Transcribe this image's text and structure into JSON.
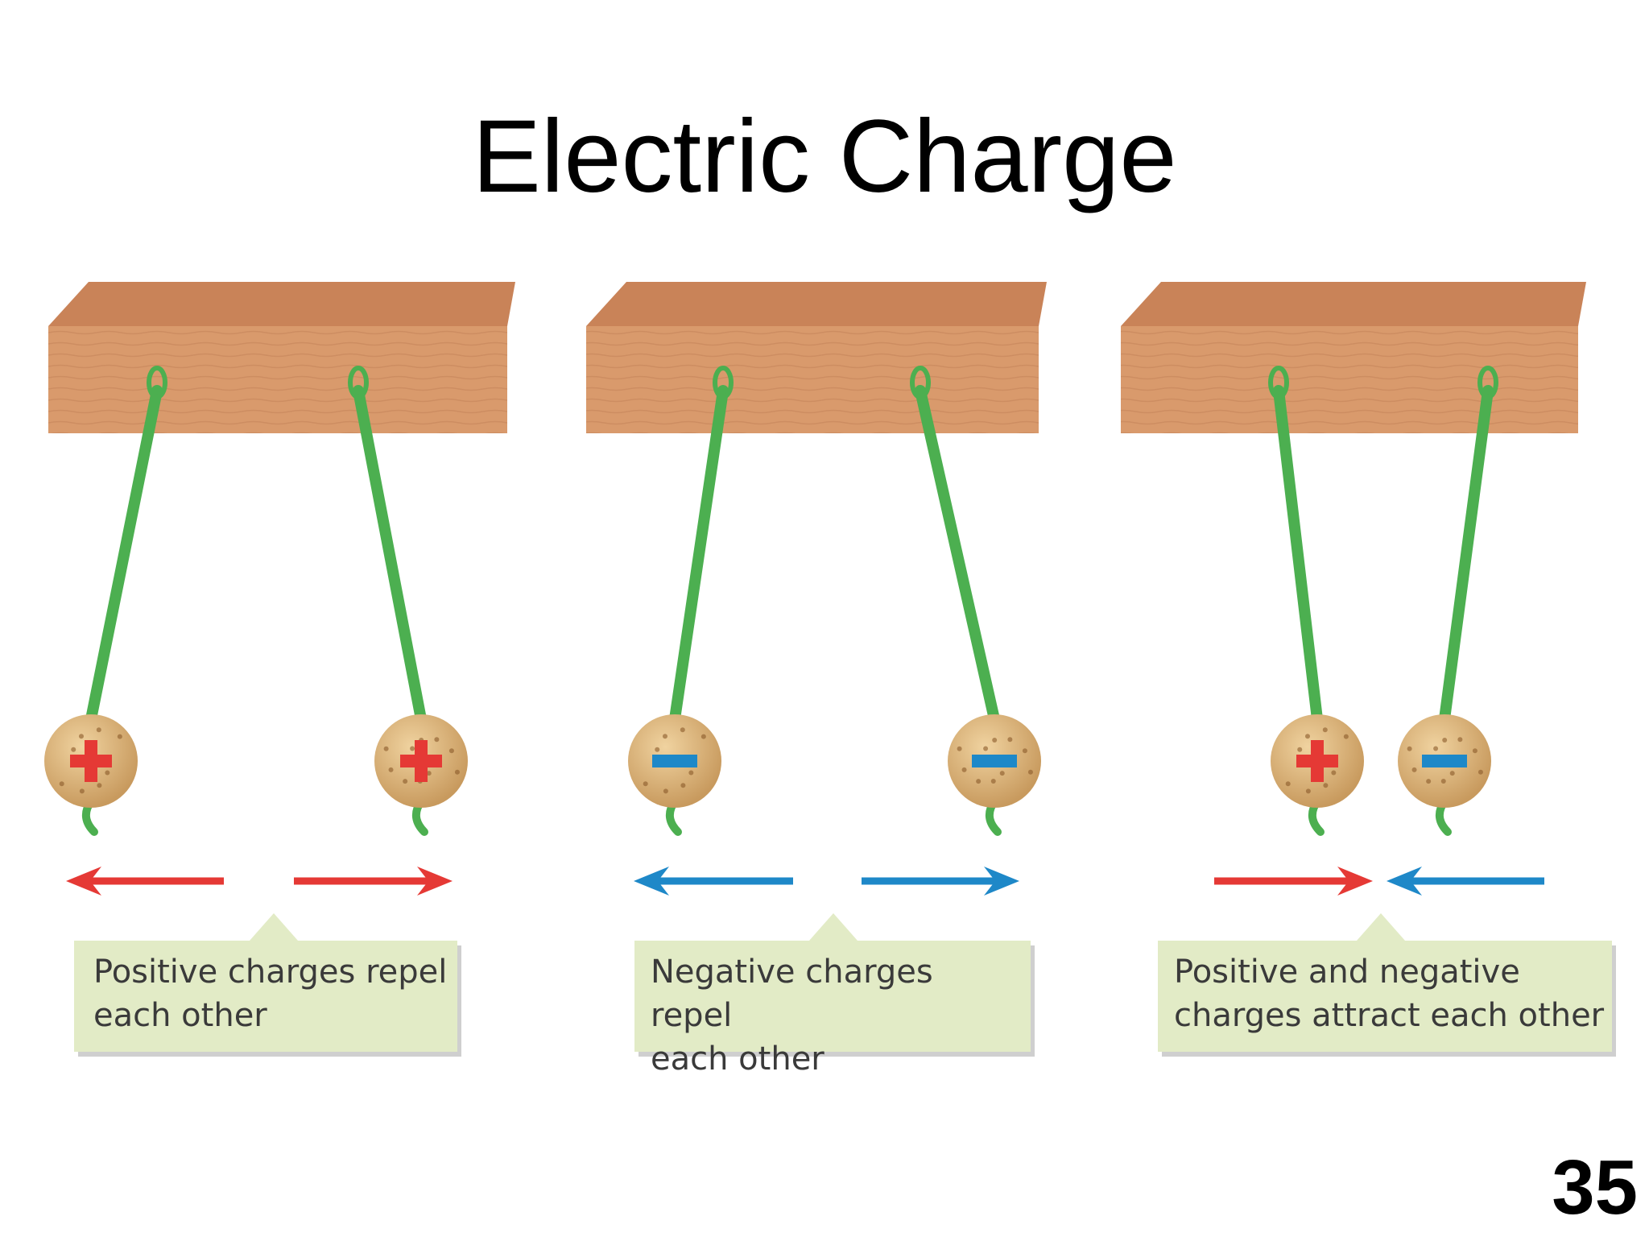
{
  "slide": {
    "title": "Electric Charge",
    "page_number": "35"
  },
  "colors": {
    "wood": "#d99a6c",
    "wood_top": "#c98358",
    "string": "#4caf50",
    "ball": "#dcb37a",
    "positive": "#e53935",
    "negative": "#1e88c8",
    "caption_bg": "#e2ebc6"
  },
  "panels": [
    {
      "charges": [
        "+",
        "+"
      ],
      "arrows": [
        "left",
        "right"
      ],
      "arrow_colors": [
        "positive",
        "positive"
      ],
      "caption": "Positive charges repel\neach other"
    },
    {
      "charges": [
        "-",
        "-"
      ],
      "arrows": [
        "left",
        "right"
      ],
      "arrow_colors": [
        "negative",
        "negative"
      ],
      "caption": "Negative charges repel\neach other"
    },
    {
      "charges": [
        "+",
        "-"
      ],
      "arrows": [
        "right",
        "left"
      ],
      "arrow_colors": [
        "positive",
        "negative"
      ],
      "caption": "Positive and negative\ncharges attract each other"
    }
  ]
}
